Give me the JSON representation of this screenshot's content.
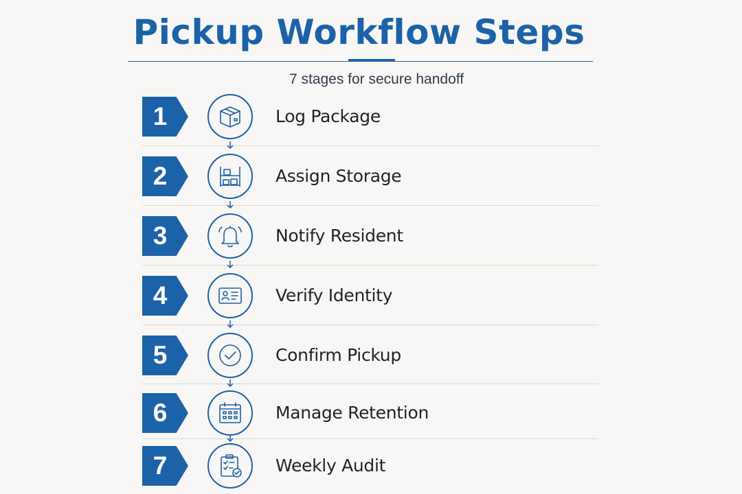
{
  "title": "Pickup Workflow Steps",
  "subtitle": "7 stages for secure handoff",
  "colors": {
    "accent": "#1c62a8",
    "text": "#1e2229",
    "divider": "#dcdad6",
    "background": "#f8f7f5"
  },
  "steps": [
    {
      "number": "1",
      "label": "Log Package",
      "icon": "package-box-icon"
    },
    {
      "number": "2",
      "label": "Assign Storage",
      "icon": "storage-shelf-icon"
    },
    {
      "number": "3",
      "label": "Notify Resident",
      "icon": "bell-icon"
    },
    {
      "number": "4",
      "label": "Verify Identity",
      "icon": "id-card-icon"
    },
    {
      "number": "5",
      "label": "Confirm Pickup",
      "icon": "check-circle-icon"
    },
    {
      "number": "6",
      "label": "Manage Retention",
      "icon": "calendar-icon"
    },
    {
      "number": "7",
      "label": "Weekly Audit",
      "icon": "clipboard-check-icon"
    }
  ]
}
